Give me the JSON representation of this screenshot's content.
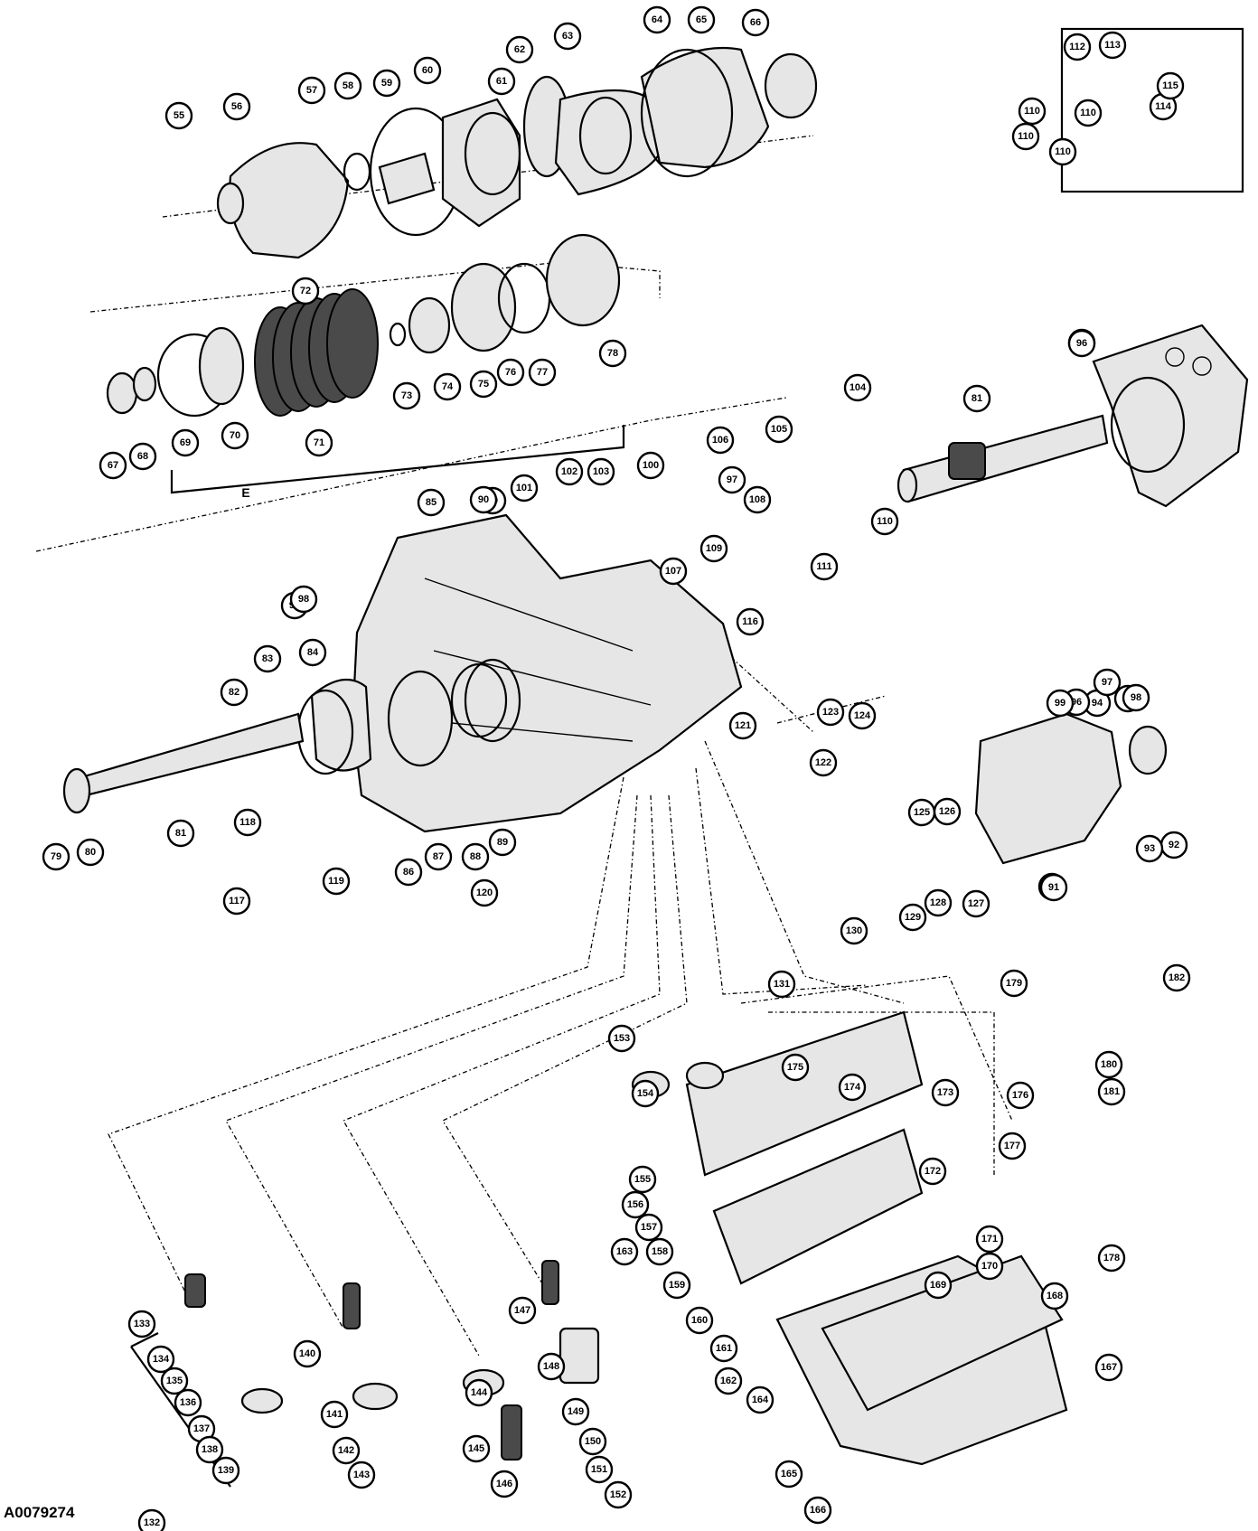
{
  "figure_id": "A0079274",
  "group_label": "E",
  "callouts": [
    "55",
    "56",
    "57",
    "58",
    "59",
    "60",
    "61",
    "62",
    "63",
    "64",
    "65",
    "66",
    "67",
    "68",
    "69",
    "70",
    "71",
    "72",
    "73",
    "74",
    "75",
    "76",
    "77",
    "78",
    "79",
    "80",
    "81",
    "82",
    "83",
    "84",
    "85",
    "86",
    "87",
    "88",
    "89",
    "90",
    "91",
    "92",
    "93",
    "94",
    "95",
    "96",
    "97",
    "98",
    "99",
    "100",
    "101",
    "102",
    "103",
    "104",
    "105",
    "106",
    "107",
    "108",
    "109",
    "110",
    "111",
    "112",
    "113",
    "114",
    "115",
    "116",
    "117",
    "118",
    "119",
    "120",
    "121",
    "122",
    "123",
    "124",
    "125",
    "126",
    "127",
    "128",
    "129",
    "130",
    "131",
    "132",
    "133",
    "134",
    "135",
    "136",
    "137",
    "138",
    "139",
    "140",
    "141",
    "142",
    "143",
    "144",
    "145",
    "146",
    "147",
    "148",
    "149",
    "150",
    "151",
    "152",
    "153",
    "154",
    "155",
    "156",
    "157",
    "158",
    "159",
    "160",
    "161",
    "162",
    "163",
    "164",
    "165",
    "166",
    "167",
    "168",
    "169",
    "170",
    "171",
    "172",
    "173",
    "174",
    "175",
    "176",
    "177",
    "178",
    "179",
    "180",
    "181",
    "182"
  ],
  "extra_callouts": [
    "110",
    "110",
    "110",
    "110",
    "81",
    "90",
    "91",
    "93",
    "96",
    "97",
    "98",
    "98"
  ]
}
